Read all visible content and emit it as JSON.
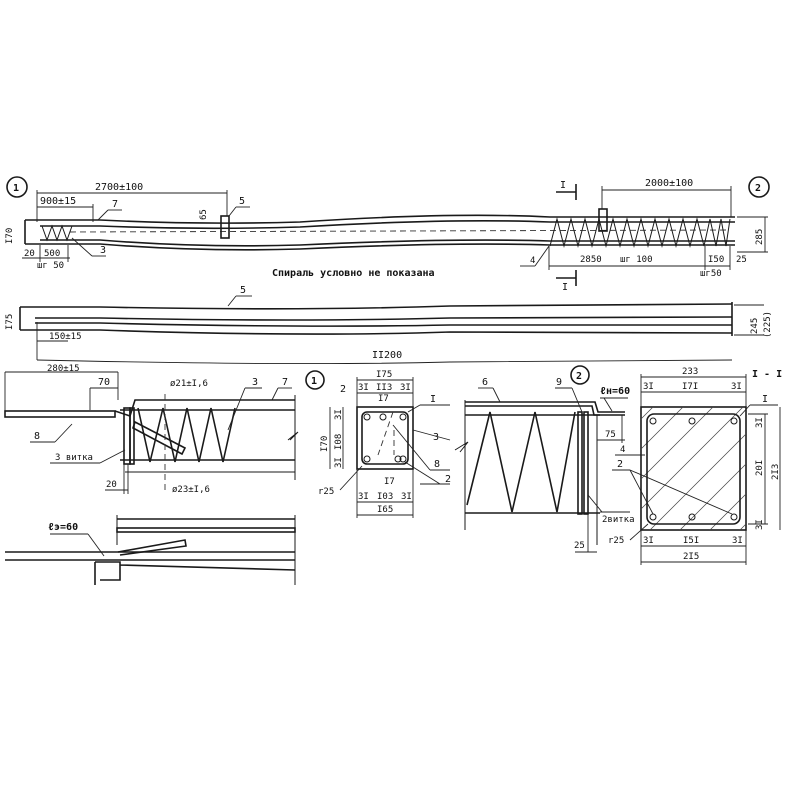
{
  "drawing": {
    "callouts": {
      "c1": "1",
      "c2": "2",
      "c1b": "1",
      "c2b": "2"
    },
    "elevation": {
      "dim_2700": "2700±100",
      "dim_900": "900±15",
      "pos_7": "7",
      "pos_5": "5",
      "dim_65": "65",
      "dim_170": "I70",
      "dim_20": "20",
      "dim_500": "500",
      "step_50": "шг 50",
      "pos_3": "3",
      "note": "Спираль условно не показана",
      "section_mark": "I",
      "dim_2000": "2000±100",
      "dim_285": "285",
      "pos_4": "4",
      "dim_2850": "2850",
      "step_100": "шг 100",
      "dim_150": "I50",
      "dim_25": "25",
      "step_50b": "шг50"
    },
    "plan": {
      "pos_5": "5",
      "dim_175": "I75",
      "dim_245": "245",
      "dim_225": "(225)",
      "dim_150": "150±15",
      "dim_280": "280±15",
      "dim_11200": "II200"
    },
    "detail1": {
      "dim_70": "70",
      "pos_8": "8",
      "dia_21": "ø21±I,6",
      "pos_3": "3",
      "pos_7": "7",
      "turns": "3 витка",
      "dim_20": "20",
      "dia_23": "ø23±I,6",
      "lap": "ℓэ=60"
    },
    "section1": {
      "dim_175": "I75",
      "dim_31a": "3I",
      "dim_113": "II3",
      "dim_31b": "3I",
      "pos_2a": "2",
      "dim_17a": "I7",
      "pos_1": "I",
      "pos_3": "3",
      "pos_8": "8",
      "pos_2b": "2",
      "dim_170": "I70",
      "dim_108": "I08",
      "dim_31c": "3I",
      "dim_31d": "3I",
      "radius": "r25",
      "dim_31e": "3I",
      "dim_103": "I03",
      "dim_31f": "3I",
      "dim_17b": "I7",
      "dim_165": "I65"
    },
    "detail2": {
      "pos_6": "6",
      "pos_9": "9",
      "lap": "ℓн=60",
      "dim_75": "75",
      "turns": "2витка",
      "dim_25": "25"
    },
    "sectionII": {
      "title": "I - I",
      "dim_233": "233",
      "dim_31a": "3I",
      "dim_171": "I7I",
      "dim_31b": "3I",
      "pos_1": "I",
      "pos_4": "4",
      "pos_2": "2",
      "dim_201": "20I",
      "dim_213": "2I3",
      "dim_31c": "3I",
      "dim_31d": "3I",
      "radius": "r25",
      "dim_31e": "3I",
      "dim_151": "I5I",
      "dim_31f": "3I",
      "dim_215": "2I5"
    }
  }
}
